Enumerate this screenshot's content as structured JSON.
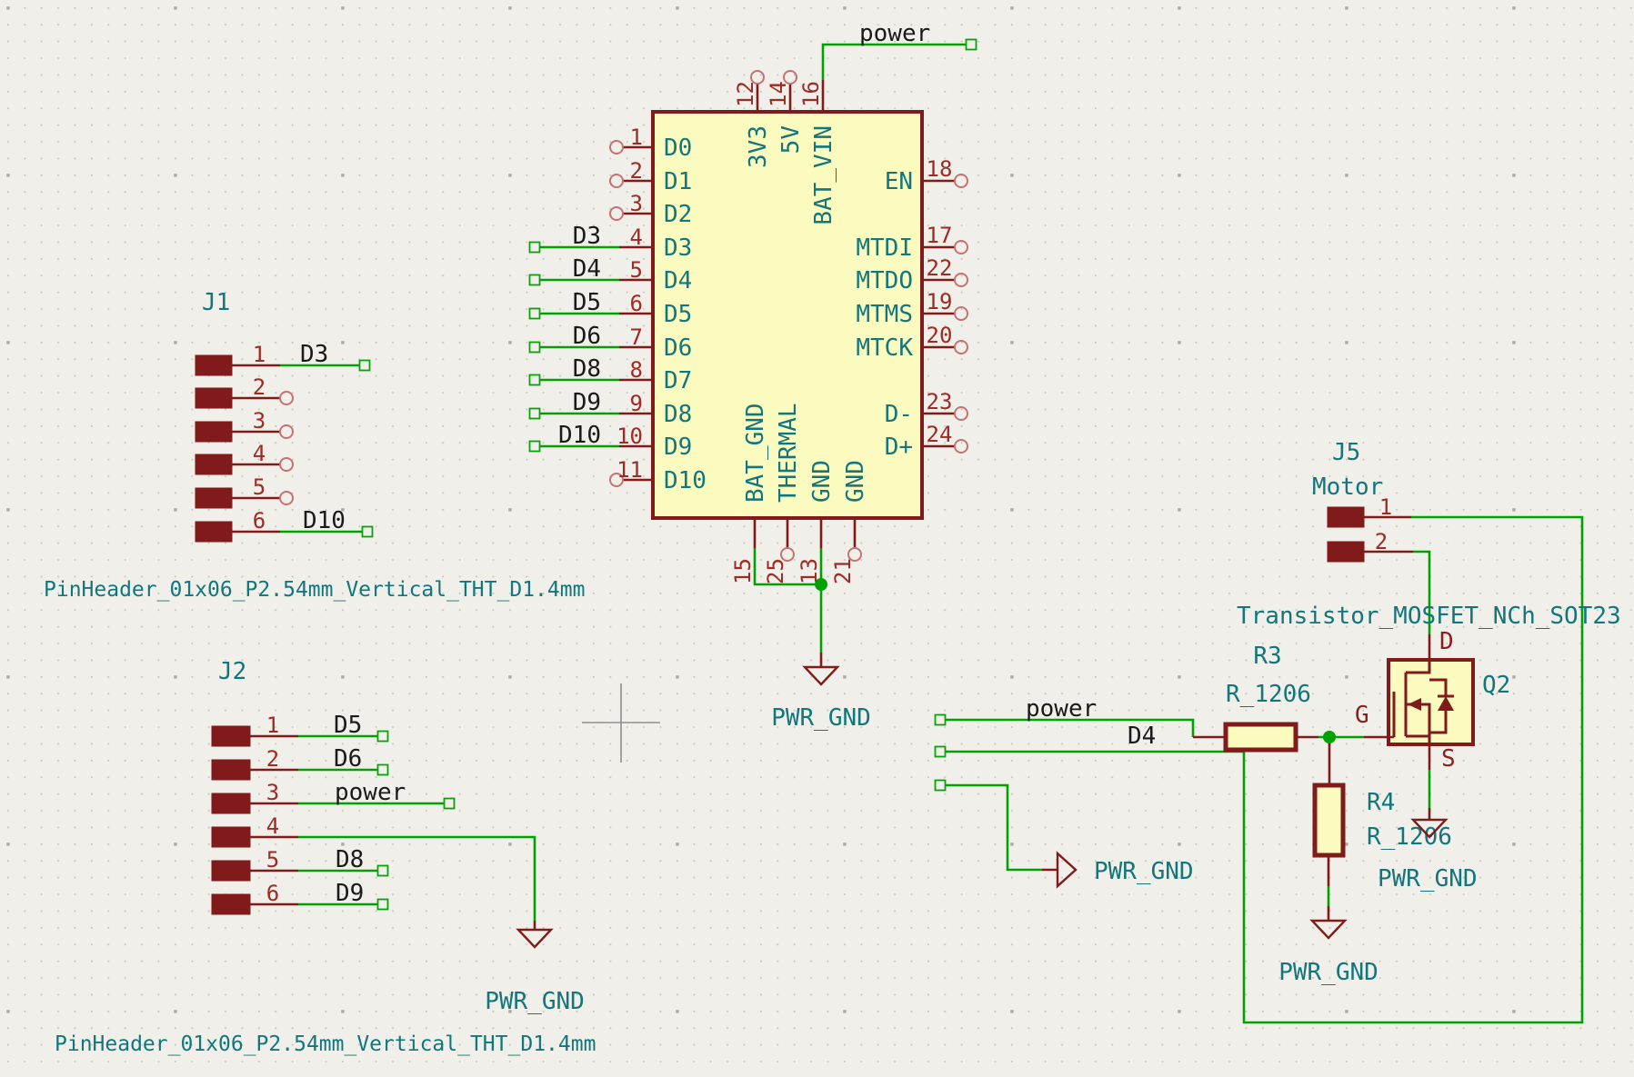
{
  "ic": {
    "left_pins": [
      {
        "num": "1",
        "name": "D0"
      },
      {
        "num": "2",
        "name": "D1"
      },
      {
        "num": "3",
        "name": "D2"
      },
      {
        "num": "4",
        "name": "D3",
        "net": "D3"
      },
      {
        "num": "5",
        "name": "D4",
        "net": "D4"
      },
      {
        "num": "6",
        "name": "D5",
        "net": "D5"
      },
      {
        "num": "7",
        "name": "D6",
        "net": "D6"
      },
      {
        "num": "8",
        "name": "D7",
        "net": "D8"
      },
      {
        "num": "9",
        "name": "D8",
        "net": "D9"
      },
      {
        "num": "10",
        "name": "D9",
        "net": "D10"
      },
      {
        "num": "11",
        "name": "D10"
      }
    ],
    "top_pins": [
      {
        "num": "12",
        "name": "3V3"
      },
      {
        "num": "14",
        "name": "5V"
      },
      {
        "num": "16",
        "name": "BAT_VIN",
        "net": "power"
      }
    ],
    "right_pins": [
      {
        "num": "18",
        "name": "EN"
      },
      {
        "num": "17",
        "name": "MTDI"
      },
      {
        "num": "22",
        "name": "MTDO"
      },
      {
        "num": "19",
        "name": "MTMS"
      },
      {
        "num": "20",
        "name": "MTCK"
      },
      {
        "num": "23",
        "name": "D-"
      },
      {
        "num": "24",
        "name": "D+"
      }
    ],
    "bottom_pins": [
      {
        "num": "15",
        "name": "BAT_GND"
      },
      {
        "num": "25",
        "name": "THERMAL"
      },
      {
        "num": "13",
        "name": "GND"
      },
      {
        "num": "21",
        "name": "GND"
      }
    ]
  },
  "j1": {
    "ref": "J1",
    "footprint": "PinHeader_01x06_P2.54mm_Vertical_THT_D1.4mm",
    "pins": [
      {
        "num": "1",
        "net": "D3"
      },
      {
        "num": "2"
      },
      {
        "num": "3"
      },
      {
        "num": "4"
      },
      {
        "num": "5"
      },
      {
        "num": "6",
        "net": "D10"
      }
    ]
  },
  "j2": {
    "ref": "J2",
    "footprint": "PinHeader_01x06_P2.54mm_Vertical_THT_D1.4mm",
    "pins": [
      {
        "num": "1",
        "net": "D5"
      },
      {
        "num": "2",
        "net": "D6"
      },
      {
        "num": "3",
        "net": "power"
      },
      {
        "num": "4"
      },
      {
        "num": "5",
        "net": "D8"
      },
      {
        "num": "6",
        "net": "D9"
      }
    ]
  },
  "j5": {
    "ref": "J5",
    "value": "Motor",
    "pins": [
      {
        "num": "1"
      },
      {
        "num": "2"
      }
    ]
  },
  "q2": {
    "ref": "Q2",
    "value": "Transistor_MOSFET_NCh_SOT23",
    "pin_d": "D",
    "pin_g": "G",
    "pin_s": "S"
  },
  "r3": {
    "ref": "R3",
    "value": "R_1206"
  },
  "r4": {
    "ref": "R4",
    "value": "R_1206"
  },
  "nets": {
    "power": "power",
    "d4": "D4"
  },
  "gnd_label": "PWR_GND",
  "colors": {
    "background": "#f0efe9",
    "wire_green": "#02a102",
    "symbol_outline": "#811a1a",
    "symbol_fill": "#fbfabf",
    "teal_text": "#12767c",
    "net_label_text": "#1a1a1a",
    "pin_number_red": "#a02a24"
  }
}
